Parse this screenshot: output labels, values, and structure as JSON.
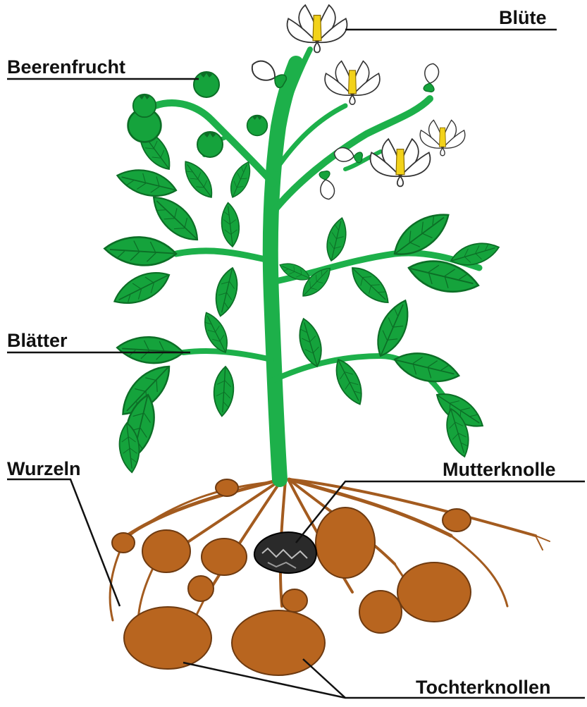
{
  "labels": {
    "bluete": "Blüte",
    "beerenfrucht": "Beerenfrucht",
    "blaetter": "Blätter",
    "mutterknolle": "Mutterknolle",
    "wurzeln": "Wurzeln",
    "tochterknollen": "Tochterknollen"
  },
  "colors": {
    "leaf": "#15a33c",
    "leaf_dark": "#0c6e26",
    "stem": "#1db04a",
    "flower_petal": "#ffffff",
    "flower_center": "#f2d21a",
    "root": "#a35b1f",
    "tuber": "#b8651f",
    "mother_tuber": "#2a2a2a",
    "label_text": "#111111",
    "leader_line": "#111111"
  }
}
